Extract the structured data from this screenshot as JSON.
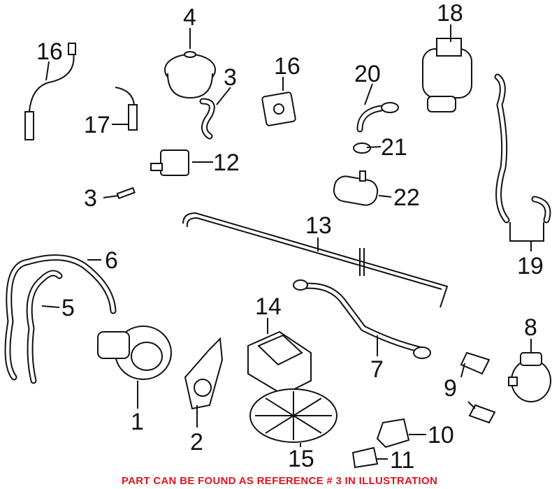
{
  "diagram": {
    "callouts": [
      {
        "id": "c16a",
        "text": "16"
      },
      {
        "id": "c4",
        "text": "4"
      },
      {
        "id": "c3a",
        "text": "3"
      },
      {
        "id": "c16b",
        "text": "16"
      },
      {
        "id": "c20",
        "text": "20"
      },
      {
        "id": "c18",
        "text": "18"
      },
      {
        "id": "c17",
        "text": "17"
      },
      {
        "id": "c12",
        "text": "12"
      },
      {
        "id": "c21",
        "text": "21"
      },
      {
        "id": "c3b",
        "text": "3"
      },
      {
        "id": "c22",
        "text": "22"
      },
      {
        "id": "c13",
        "text": "13"
      },
      {
        "id": "c6",
        "text": "6"
      },
      {
        "id": "c19",
        "text": "19"
      },
      {
        "id": "c5",
        "text": "5"
      },
      {
        "id": "c14",
        "text": "14"
      },
      {
        "id": "c8",
        "text": "8"
      },
      {
        "id": "c7",
        "text": "7"
      },
      {
        "id": "c9",
        "text": "9"
      },
      {
        "id": "c1",
        "text": "1"
      },
      {
        "id": "c2",
        "text": "2"
      },
      {
        "id": "c10",
        "text": "10"
      },
      {
        "id": "c15",
        "text": "15"
      },
      {
        "id": "c11",
        "text": "11"
      }
    ]
  },
  "note": {
    "text": "PART CAN BE FOUND AS REFERENCE # 3 IN ILLUSTRATION",
    "color": "#e0141e"
  }
}
